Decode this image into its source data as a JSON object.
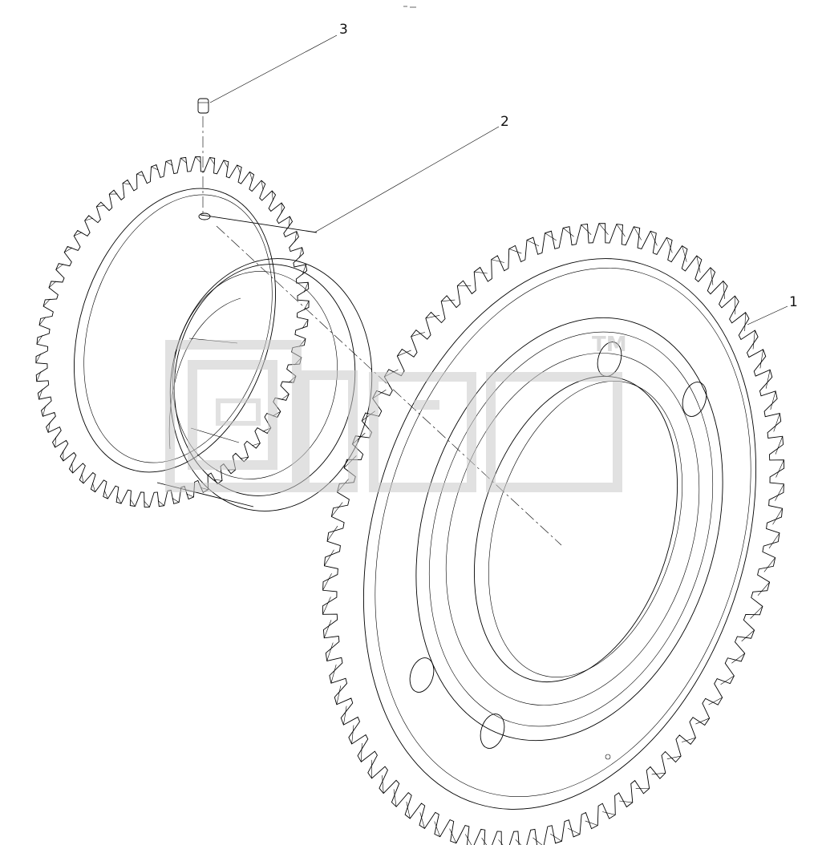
{
  "callouts": [
    {
      "id": "1",
      "text": "1"
    },
    {
      "id": "2",
      "text": "2"
    },
    {
      "id": "3",
      "text": "3"
    }
  ],
  "watermark": {
    "text": "элер",
    "trademark": "TM",
    "color": "#c9c9c9"
  },
  "colors": {
    "line": "#000000",
    "background": "#ffffff"
  }
}
